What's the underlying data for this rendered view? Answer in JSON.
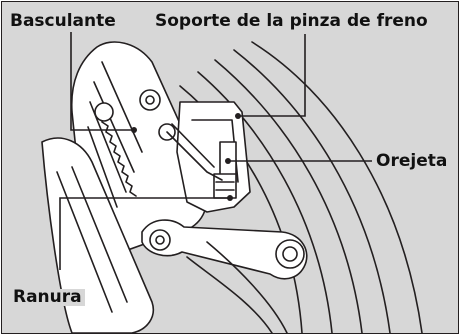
{
  "labels": {
    "swingarm": "Basculante",
    "caliper_bracket": "Soporte de la pinza de freno",
    "tab": "Orejeta",
    "slot": "Ranura"
  },
  "colors": {
    "background": "#d7d7d7",
    "line": "#231f20",
    "part_fill": "#ffffff",
    "border": "#231f20"
  }
}
